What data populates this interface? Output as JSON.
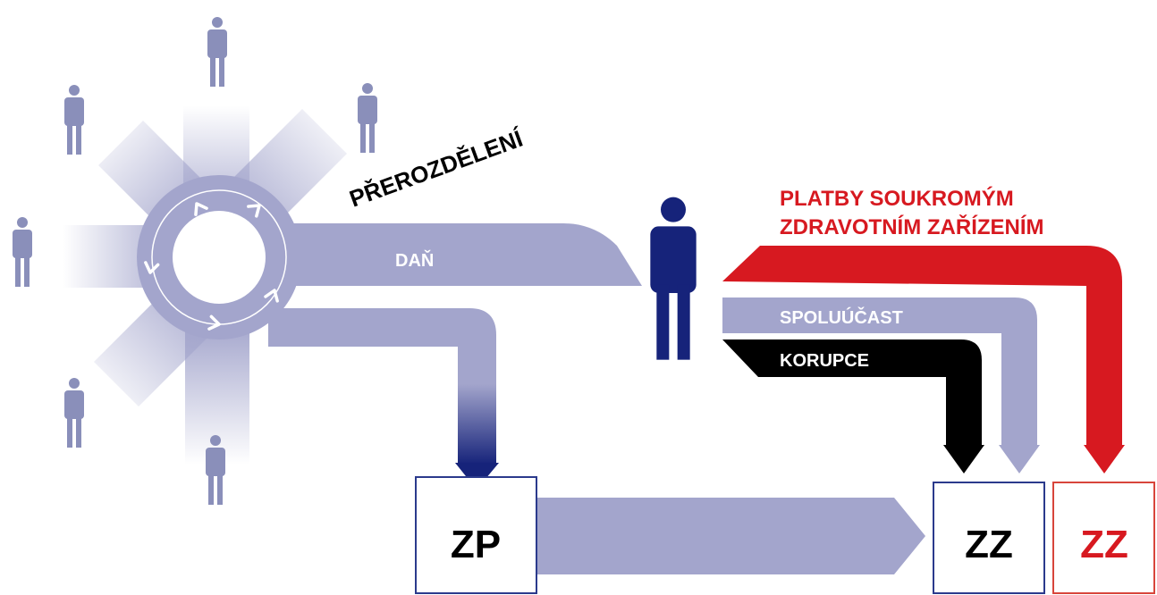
{
  "labels": {
    "redistribution": "PŘEROZDĚLENÍ",
    "tax": "DAŇ",
    "private_payments_line1": "PLATBY SOUKROMÝM",
    "private_payments_line2": "ZDRAVOTNÍM ZAŘÍZENÍM",
    "copayment": "SPOLUÚČAST",
    "corruption": "KORUPCE"
  },
  "boxes": {
    "insurer": "ZP",
    "facility": "ZZ",
    "private_facility": "ZZ"
  },
  "colors": {
    "flow_lavender": "#a3a5cc",
    "citizen_navy": "#16237a",
    "private_red": "#d71920",
    "corruption_black": "#000000",
    "people_gray": "#8a8fba",
    "box_border_blue": "#2b3a8c",
    "box_border_red": "#d8453b"
  },
  "icons": {
    "person": "person-icon",
    "arrow": "arrow-icon"
  }
}
